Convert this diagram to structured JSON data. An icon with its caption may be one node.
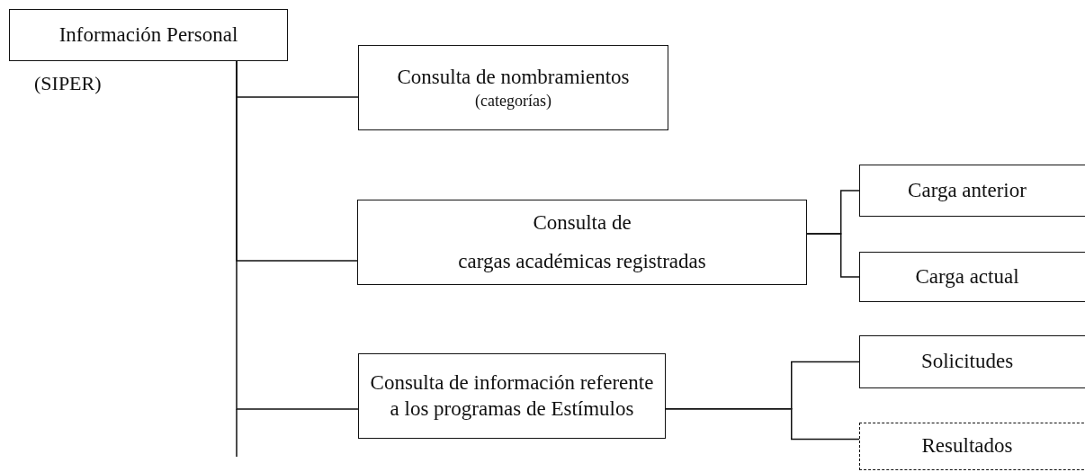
{
  "diagram": {
    "nodes": [
      {
        "text": [
          "Información Personal"
        ],
        "beside": [
          "(SIPER)"
        ]
      },
      {
        "text": [
          "Consulta de nombramientos",
          "(categorías)"
        ]
      },
      {
        "text": [
          "Consulta de",
          "cargas académicas registradas"
        ]
      },
      {
        "text": [
          "Consulta de información referente a los programas de Estímulos"
        ]
      },
      {
        "text": [
          "Carga anterior"
        ]
      },
      {
        "text": [
          "Carga actual"
        ]
      },
      {
        "text": [
          "Solicitudes"
        ]
      },
      {
        "text": [
          "Resultados"
        ]
      }
    ],
    "edges": [
      {
        "from": 0,
        "to": 1,
        "arrow": "none"
      },
      {
        "from": 0,
        "to": 2,
        "arrow": "none"
      },
      {
        "from": 0,
        "to": 3,
        "arrow": "none"
      },
      {
        "from": 2,
        "to": 4,
        "arrow": "none"
      },
      {
        "from": 2,
        "to": 5,
        "arrow": "none"
      },
      {
        "from": 3,
        "to": 6,
        "arrow": "none"
      },
      {
        "from": 3,
        "to": 7,
        "arrow": "none"
      }
    ]
  }
}
